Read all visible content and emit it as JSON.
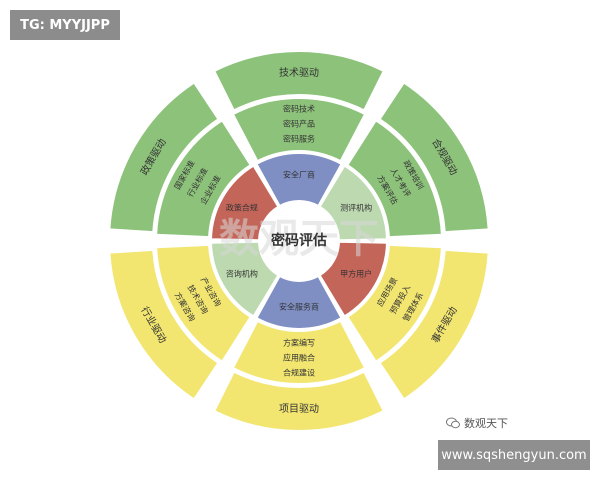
{
  "watermark_tag": "TG: MYYJJPP",
  "site_url": "www.sqshengyun.com",
  "wechat_label": "数观天下",
  "watermark_center": "数观天下",
  "center_label": "密码评估",
  "colors": {
    "green": "#8dc27b",
    "yellow": "#f2e670",
    "red": "#c4655a",
    "blue": "#7f8fc4",
    "lightgreen": "#bcd9b0",
    "cream": "#fbf3bf"
  },
  "inner_ring": [
    {
      "label": "安全厂商",
      "color": "blue"
    },
    {
      "label": "测评机构",
      "color": "lightgreen"
    },
    {
      "label": "甲方用户",
      "color": "red"
    },
    {
      "label": "安全服务商",
      "color": "blue"
    },
    {
      "label": "咨询机构",
      "color": "lightgreen"
    },
    {
      "label": "政策合规",
      "color": "red"
    }
  ],
  "middle_ring": [
    {
      "lines": [
        "密码技术",
        "密码产品",
        "密码服务"
      ],
      "color": "green"
    },
    {
      "lines": [
        "政策培训",
        "人才考评",
        "方案评估"
      ],
      "color": "green"
    },
    {
      "lines": [
        "应用场景",
        "预算投入",
        "管理体系"
      ],
      "color": "yellow"
    },
    {
      "lines": [
        "方案编写",
        "应用融合",
        "合规建设"
      ],
      "color": "yellow"
    },
    {
      "lines": [
        "产业咨询",
        "技术咨询",
        "方案咨询"
      ],
      "color": "yellow"
    },
    {
      "lines": [
        "国家标准",
        "行业标准",
        "企业标准"
      ],
      "color": "green"
    }
  ],
  "outer_ring": [
    {
      "label": "技术驱动",
      "color": "green"
    },
    {
      "label": "合规驱动",
      "color": "green"
    },
    {
      "label": "事件驱动",
      "color": "yellow"
    },
    {
      "label": "项目驱动",
      "color": "yellow"
    },
    {
      "label": "行业驱动",
      "color": "yellow"
    },
    {
      "label": "政策驱动",
      "color": "green"
    }
  ]
}
